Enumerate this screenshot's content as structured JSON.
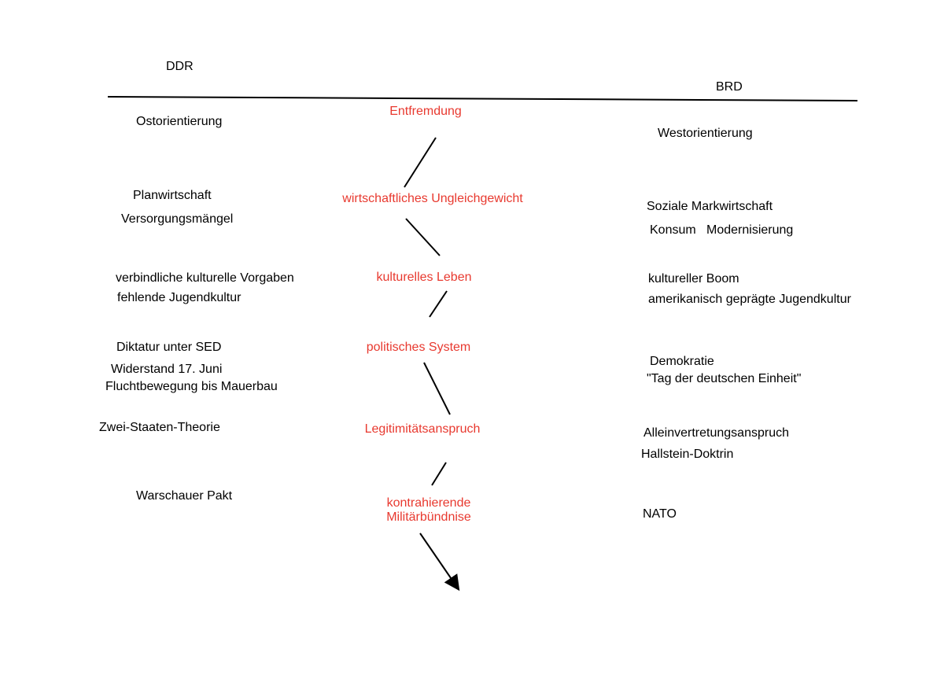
{
  "colors": {
    "center_text": "#e8392f",
    "side_text": "#000000",
    "lines": "#000000",
    "background": "#ffffff"
  },
  "headers": {
    "left": "DDR",
    "right": "BRD"
  },
  "center": {
    "items": [
      "Entfremdung",
      "wirtschaftliches Ungleichgewicht",
      "kulturelles Leben",
      "politisches System",
      "Legitimitätsanspruch",
      "kontrahierende",
      "Militärbündnise"
    ]
  },
  "left": {
    "items": [
      "Ostorientierung",
      "Planwirtschaft",
      "Versorgungsmängel",
      "verbindliche kulturelle Vorgaben",
      "fehlende Jugendkultur",
      "Diktatur unter SED",
      "Widerstand 17. Juni",
      "Fluchtbewegung bis Mauerbau",
      "Zwei-Staaten-Theorie",
      "Warschauer Pakt"
    ]
  },
  "right": {
    "items": [
      "Westorientierung",
      "Soziale Markwirtschaft",
      "Konsum   Modernisierung",
      "kultureller Boom",
      "amerikanisch geprägte Jugendkultur",
      "Demokratie",
      "\"Tag der deutschen Einheit\"",
      "Alleinvertretungsanspruch",
      "Hallstein-Doktrin",
      "NATO"
    ]
  }
}
